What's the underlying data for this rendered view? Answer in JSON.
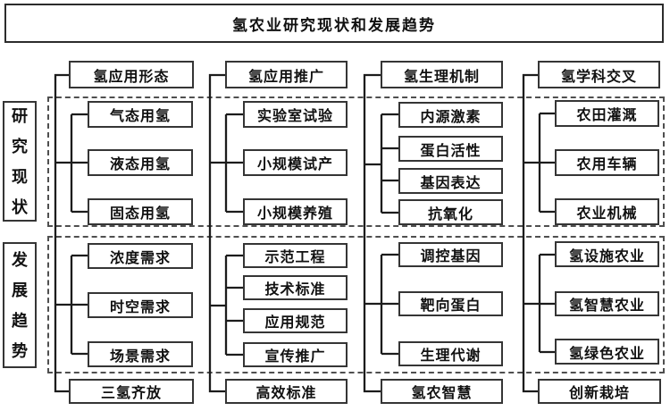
{
  "title": "氢农业研究现状和发展趋势",
  "side_labels": {
    "research_status": "研究现状",
    "development_trend": "发展趋势"
  },
  "columns": [
    {
      "header": "氢应用形态",
      "current_items": [
        "气态用氢",
        "液态用氢",
        "固态用氢"
      ],
      "trend_items": [
        "浓度需求",
        "时空需求",
        "场景需求"
      ],
      "bottom": "三氢齐放"
    },
    {
      "header": "氢应用推广",
      "current_items": [
        "实验室试验",
        "小规模试产",
        "小规模养殖"
      ],
      "trend_items": [
        "示范工程",
        "技术标准",
        "应用规范",
        "宣传推广"
      ],
      "bottom": "高效标准"
    },
    {
      "header": "氢生理机制",
      "current_items": [
        "内源激素",
        "蛋白活性",
        "基因表达",
        "抗氧化"
      ],
      "trend_items": [
        "调控基因",
        "靶向蛋白",
        "生理代谢"
      ],
      "bottom": "氢农智慧"
    },
    {
      "header": "氢学科交叉",
      "current_items": [
        "农田灌溉",
        "农用车辆",
        "农业机械"
      ],
      "trend_items": [
        "氢设施农业",
        "氢智慧农业",
        "氢绿色农业"
      ],
      "bottom": "创新栽培"
    }
  ],
  "colors": {
    "line": "#1c1c1c",
    "box_border": "#353535",
    "dashed_border": "#4f4f4f",
    "background": "#ffffff",
    "text": "#111111"
  }
}
